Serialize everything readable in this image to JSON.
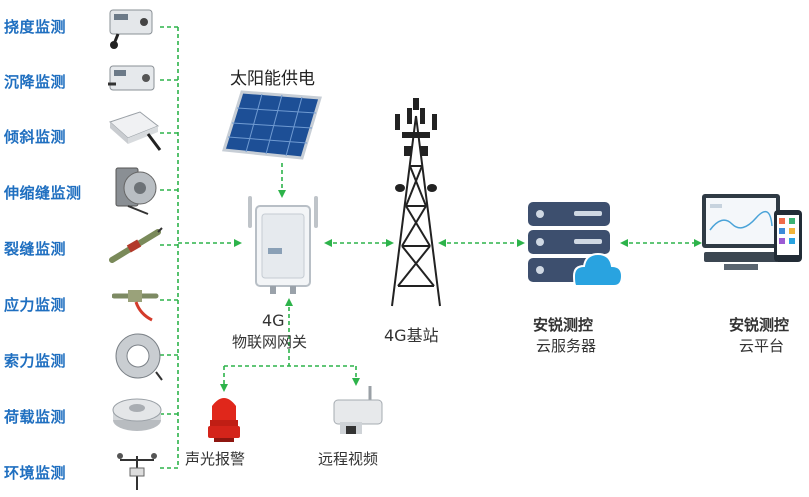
{
  "sensors": [
    {
      "label": "挠度监测",
      "icon": "deflection-sensor-icon"
    },
    {
      "label": "沉降监测",
      "icon": "settlement-sensor-icon"
    },
    {
      "label": "倾斜监测",
      "icon": "tilt-sensor-icon"
    },
    {
      "label": "伸缩缝监测",
      "icon": "expansion-joint-sensor-icon"
    },
    {
      "label": "裂缝监测",
      "icon": "crack-sensor-icon"
    },
    {
      "label": "应力监测",
      "icon": "stress-sensor-icon"
    },
    {
      "label": "索力监测",
      "icon": "cable-force-sensor-icon"
    },
    {
      "label": "荷载监测",
      "icon": "load-cell-icon"
    },
    {
      "label": "环境监测",
      "icon": "weather-station-icon"
    }
  ],
  "solar": {
    "label": "太阳能供电"
  },
  "gateway": {
    "line1": "4G",
    "line2": "物联网网关"
  },
  "tower": {
    "label": "4G基站"
  },
  "server": {
    "line1": "安锐测控",
    "line2": "云服务器"
  },
  "platform": {
    "line1": "安锐测控",
    "line2": "云平台"
  },
  "alarm": {
    "label": "声光报警"
  },
  "camera": {
    "label": "远程视频"
  },
  "colors": {
    "sensor_label": "#1f6fc0",
    "link": "#2db34a",
    "server": "#3d4f6e",
    "cloud": "#29a3e0"
  }
}
